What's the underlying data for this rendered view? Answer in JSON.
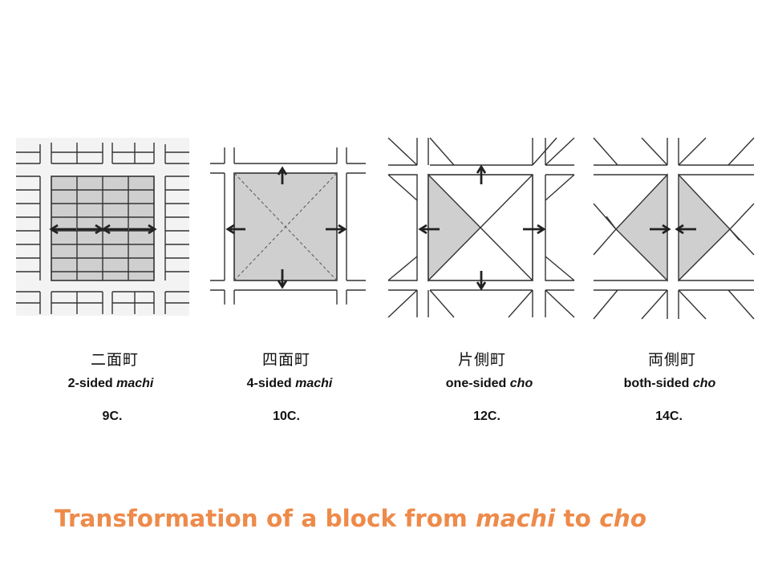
{
  "colors": {
    "title": "#ee8a4a",
    "fill": "#cfcfcf",
    "line": "#222222"
  },
  "panels": [
    {
      "kanji": "二面町",
      "name_plain": "2-sided ",
      "name_italic": "machi",
      "century": "9C."
    },
    {
      "kanji": "四面町",
      "name_plain": "4-sided ",
      "name_italic": "machi",
      "century": "10C."
    },
    {
      "kanji": "片側町",
      "name_plain": "one-sided ",
      "name_italic": "cho",
      "century": "12C."
    },
    {
      "kanji": "両側町",
      "name_plain": "both-sided ",
      "name_italic": "cho",
      "century": "14C."
    }
  ],
  "title": {
    "p1": "Transformation of a block from ",
    "i1": "machi",
    "p2": " to ",
    "i2": "cho"
  }
}
